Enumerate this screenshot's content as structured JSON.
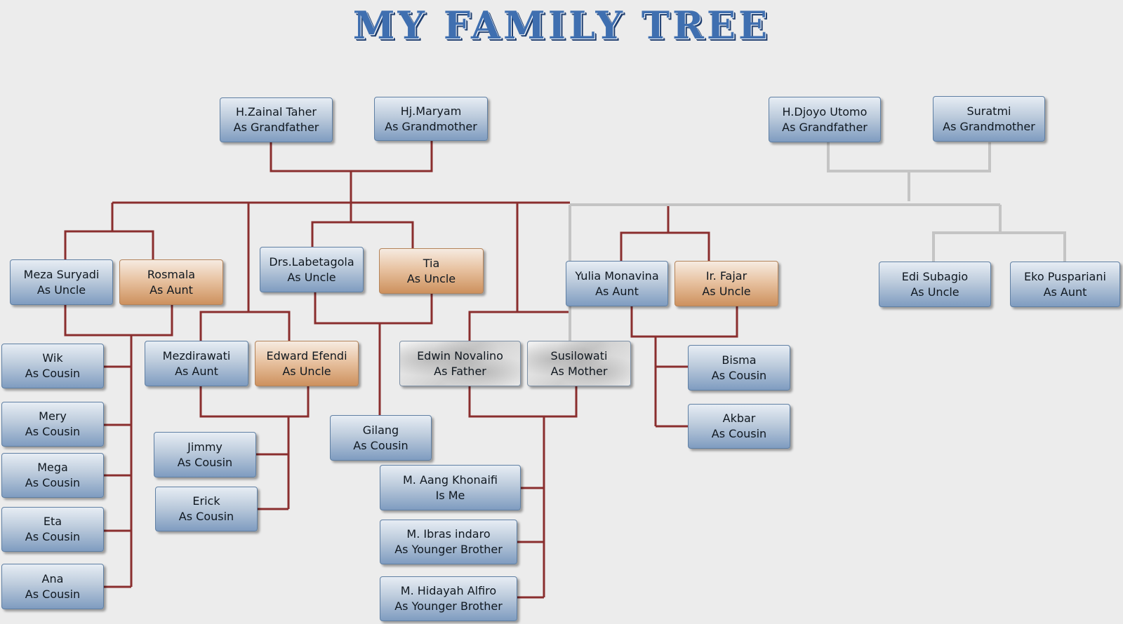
{
  "title": "MY FAMILY TREE",
  "colors": {
    "paternal_line": "#8a2e2e",
    "maternal_line": "#c4c4c4",
    "box_blue": "#7f9cc0",
    "box_orange": "#cd915e"
  },
  "members": {
    "zainal": {
      "name": "H.Zainal Taher",
      "role": "As Grandfather"
    },
    "maryam": {
      "name": "Hj.Maryam",
      "role": "As Grandmother"
    },
    "djoyo": {
      "name": "H.Djoyo Utomo",
      "role": "As Grandfather"
    },
    "suratmi": {
      "name": "Suratmi",
      "role": "As Grandmother"
    },
    "meza": {
      "name": "Meza Suryadi",
      "role": "As Uncle"
    },
    "rosmala": {
      "name": "Rosmala",
      "role": "As Aunt"
    },
    "labetagola": {
      "name": "Drs.Labetagola",
      "role": "As Uncle"
    },
    "tia": {
      "name": "Tia",
      "role": "As Uncle"
    },
    "yulia": {
      "name": "Yulia Monavina",
      "role": "As Aunt"
    },
    "fajar": {
      "name": "Ir. Fajar",
      "role": "As Uncle"
    },
    "edi": {
      "name": "Edi Subagio",
      "role": "As Uncle"
    },
    "eko": {
      "name": "Eko Puspariani",
      "role": "As Aunt"
    },
    "wik": {
      "name": "Wik",
      "role": "As Cousin"
    },
    "mery": {
      "name": "Mery",
      "role": "As Cousin"
    },
    "mega": {
      "name": "Mega",
      "role": "As Cousin"
    },
    "eta": {
      "name": "Eta",
      "role": "As Cousin"
    },
    "ana": {
      "name": "Ana",
      "role": "As Cousin"
    },
    "mezdirawati": {
      "name": "Mezdirawati",
      "role": "As Aunt"
    },
    "edward": {
      "name": "Edward Efendi",
      "role": "As Uncle"
    },
    "jimmy": {
      "name": "Jimmy",
      "role": "As Cousin"
    },
    "erick": {
      "name": "Erick",
      "role": "As Cousin"
    },
    "gilang": {
      "name": "Gilang",
      "role": "As Cousin"
    },
    "edwin": {
      "name": "Edwin Novalino",
      "role": "As Father"
    },
    "susilowati": {
      "name": "Susilowati",
      "role": "As Mother"
    },
    "aang": {
      "name": "M. Aang Khonaifi",
      "role": "Is Me"
    },
    "ibras": {
      "name": "M. Ibras indaro",
      "role": "As Younger Brother"
    },
    "hidayah": {
      "name": "M. Hidayah Alfiro",
      "role": "As Younger Brother"
    },
    "bisma": {
      "name": "Bisma",
      "role": "As Cousin"
    },
    "akbar": {
      "name": "Akbar",
      "role": "As Cousin"
    }
  }
}
